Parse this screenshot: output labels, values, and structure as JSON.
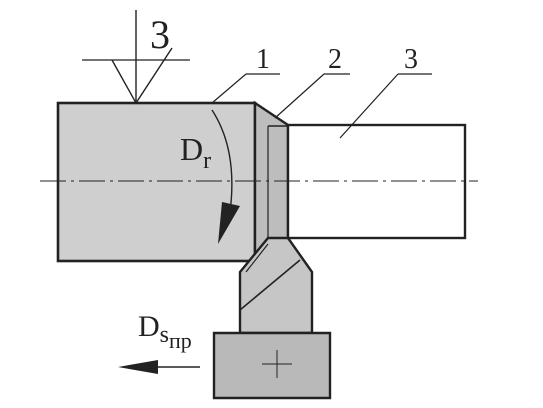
{
  "diagram": {
    "callouts": {
      "one": "1",
      "two": "2",
      "three": "3"
    },
    "surface_mark": "3",
    "rotation_label": {
      "base": "D",
      "sub": "r"
    },
    "feed_label": {
      "base": "D",
      "sub": "s",
      "subsub": "пр"
    }
  },
  "colors": {
    "ink": "#222222",
    "part_fill": "#cfcfcf",
    "bevel_fill": "#bdbdbd",
    "tool_fill": "#c6c6c6",
    "shank_fill": "#b9b9b9",
    "background": "#ffffff"
  }
}
